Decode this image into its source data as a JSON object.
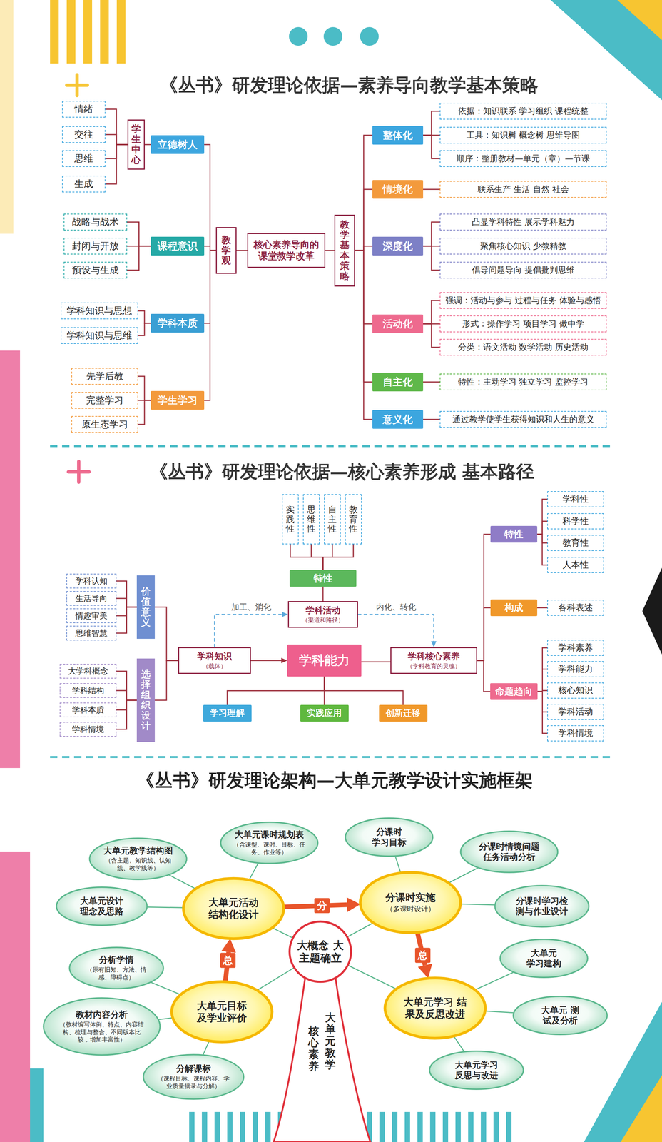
{
  "diagram": {
    "nodes": [
      {
        "text": [
          "情绪"
        ]
      },
      {
        "text": [
          "交往"
        ]
      },
      {
        "text": [
          "思维"
        ]
      },
      {
        "text": [
          "生成"
        ]
      },
      {
        "text": [
          "学生中心"
        ]
      },
      {
        "text": [
          "立德树人"
        ]
      },
      {
        "text": [
          "战略与战术"
        ]
      },
      {
        "text": [
          "封闭与开放"
        ]
      },
      {
        "text": [
          "预设与生成"
        ]
      },
      {
        "text": [
          "课程意识"
        ]
      },
      {
        "text": [
          "学科知识与思想"
        ]
      },
      {
        "text": [
          "学科知识与思维"
        ]
      },
      {
        "text": [
          "学科本质"
        ]
      },
      {
        "text": [
          "先学后教"
        ]
      },
      {
        "text": [
          "完整学习"
        ]
      },
      {
        "text": [
          "原生态学习"
        ]
      },
      {
        "text": [
          "学生学习"
        ]
      },
      {
        "text": [
          "教学观"
        ]
      },
      {
        "text": [
          "核心素养导向的课堂教学改革"
        ]
      },
      {
        "text": [
          "教学基本策略"
        ]
      },
      {
        "text": [
          "整体化"
        ]
      },
      {
        "text": [
          "依据：知识联系 学习组织 课程统整"
        ]
      },
      {
        "text": [
          "工具：知识树 概念树 思维导图"
        ]
      },
      {
        "text": [
          "顺序：整册教材—单元（章）—节课"
        ]
      },
      {
        "text": [
          "情境化"
        ]
      },
      {
        "text": [
          "联系生产 生活 自然 社会"
        ]
      },
      {
        "text": [
          "深度化"
        ]
      },
      {
        "text": [
          "凸显学科特性 展示学科魅力"
        ]
      },
      {
        "text": [
          "聚焦核心知识 少教精教"
        ]
      },
      {
        "text": [
          "倡导问题导向 提倡批判思维"
        ]
      },
      {
        "text": [
          "活动化"
        ]
      },
      {
        "text": [
          "强调：活动与参与 过程与任务 体验与感悟"
        ]
      },
      {
        "text": [
          "形式：操作学习 项目学习 做中学"
        ]
      },
      {
        "text": [
          "分类：语文活动 数学活动 历史活动"
        ]
      },
      {
        "text": [
          "自主化"
        ]
      },
      {
        "text": [
          "特性：主动学习 独立学习 监控学习"
        ]
      },
      {
        "text": [
          "意义化"
        ]
      },
      {
        "text": [
          "通过教学使学生获得知识和人生的意义"
        ]
      },
      {
        "text": [
          "实践性"
        ]
      },
      {
        "text": [
          "思维性"
        ]
      },
      {
        "text": [
          "自主性"
        ]
      },
      {
        "text": [
          "教育性"
        ]
      },
      {
        "text": [
          "特性"
        ]
      },
      {
        "text": [
          "学科活动",
          "（渠道和路径）"
        ]
      },
      {
        "text": [
          "学科认知"
        ]
      },
      {
        "text": [
          "生活导向"
        ]
      },
      {
        "text": [
          "情趣审美"
        ]
      },
      {
        "text": [
          "思维智慧"
        ]
      },
      {
        "text": [
          "价值意义"
        ]
      },
      {
        "text": [
          "大学科概念"
        ]
      },
      {
        "text": [
          "学科结构"
        ]
      },
      {
        "text": [
          "学科本质"
        ]
      },
      {
        "text": [
          "学科情境"
        ]
      },
      {
        "text": [
          "选择组织设计"
        ]
      },
      {
        "text": [
          "学科知识",
          "（载体）"
        ]
      },
      {
        "text": [
          "学科能力"
        ]
      },
      {
        "text": [
          "学科核心素养",
          "（学科教育的灵魂）"
        ]
      },
      {
        "text": [
          "学习理解"
        ]
      },
      {
        "text": [
          "实践应用"
        ]
      },
      {
        "text": [
          "创新迁移"
        ]
      },
      {
        "text": [
          "特性"
        ]
      },
      {
        "text": [
          "学科性"
        ]
      },
      {
        "text": [
          "科学性"
        ]
      },
      {
        "text": [
          "教育性"
        ]
      },
      {
        "text": [
          "人本性"
        ]
      },
      {
        "text": [
          "构成"
        ]
      },
      {
        "text": [
          "各科表述"
        ]
      },
      {
        "text": [
          "命题趋向"
        ]
      },
      {
        "text": [
          "学科素养"
        ]
      },
      {
        "text": [
          "学科能力"
        ]
      },
      {
        "text": [
          "核心知识"
        ]
      },
      {
        "text": [
          "学科活动"
        ]
      },
      {
        "text": [
          "学科情境"
        ]
      },
      {
        "text": [
          "大概念 大主题确立"
        ]
      },
      {
        "text": [
          "大单元活动 结构化设计"
        ]
      },
      {
        "text": [
          "大单元课时规划表",
          "（含课型、课时、目标、任务、作业等）"
        ]
      },
      {
        "text": [
          "大单元教学结构图",
          "（含主题、知识线、认知线、教学线等）"
        ]
      },
      {
        "text": [
          "大单元设计 理念及思路"
        ]
      },
      {
        "text": [
          "分课时实施",
          "（多课时设计）"
        ]
      },
      {
        "text": [
          "分课时 学习目标"
        ]
      },
      {
        "text": [
          "分课时情境问题 任务活动分析"
        ]
      },
      {
        "text": [
          "分课时学习检 测与作业设计"
        ]
      },
      {
        "text": [
          "大单元目标 及学业评价"
        ]
      },
      {
        "text": [
          "分析学情",
          "（原有旧知、方法、情感、障碍点）"
        ]
      },
      {
        "text": [
          "教材内容分析",
          "（教材编写体例、特点、内容结构、梳理与整合、不同版本比较，增加丰富性）"
        ]
      },
      {
        "text": [
          "分解课标",
          "（课程目标、课程内容、学业质量摘录与分解）"
        ]
      },
      {
        "text": [
          "大单元学习 结果及反思改进"
        ]
      },
      {
        "text": [
          "大单元 学习建构"
        ]
      },
      {
        "text": [
          "大单元 测试及分析"
        ]
      },
      {
        "text": [
          "大单元学习 反思与改进"
        ]
      }
    ],
    "edges": [
      {
        "from": 5,
        "to": 4,
        "arrow": "none"
      },
      {
        "from": 4,
        "to": 0,
        "arrow": "none"
      },
      {
        "from": 4,
        "to": 1,
        "arrow": "none"
      },
      {
        "from": 4,
        "to": 2,
        "arrow": "none"
      },
      {
        "from": 4,
        "to": 3,
        "arrow": "none"
      },
      {
        "from": 9,
        "to": 6,
        "arrow": "none"
      },
      {
        "from": 9,
        "to": 7,
        "arrow": "none"
      },
      {
        "from": 9,
        "to": 8,
        "arrow": "none"
      },
      {
        "from": 12,
        "to": 10,
        "arrow": "none"
      },
      {
        "from": 12,
        "to": 11,
        "arrow": "none"
      },
      {
        "from": 16,
        "to": 13,
        "arrow": "none"
      },
      {
        "from": 16,
        "to": 14,
        "arrow": "none"
      },
      {
        "from": 16,
        "to": 15,
        "arrow": "none"
      },
      {
        "from": 17,
        "to": 5,
        "arrow": "none"
      },
      {
        "from": 17,
        "to": 9,
        "arrow": "none"
      },
      {
        "from": 17,
        "to": 12,
        "arrow": "none"
      },
      {
        "from": 17,
        "to": 16,
        "arrow": "none"
      },
      {
        "from": 18,
        "to": 17,
        "arrow": "none"
      },
      {
        "from": 18,
        "to": 19,
        "arrow": "none"
      },
      {
        "from": 19,
        "to": 20,
        "arrow": "none"
      },
      {
        "from": 19,
        "to": 24,
        "arrow": "none"
      },
      {
        "from": 19,
        "to": 26,
        "arrow": "none"
      },
      {
        "from": 19,
        "to": 30,
        "arrow": "none"
      },
      {
        "from": 19,
        "to": 34,
        "arrow": "none"
      },
      {
        "from": 19,
        "to": 36,
        "arrow": "none"
      },
      {
        "from": 20,
        "to": 21,
        "arrow": "none"
      },
      {
        "from": 20,
        "to": 22,
        "arrow": "none"
      },
      {
        "from": 20,
        "to": 23,
        "arrow": "none"
      },
      {
        "from": 24,
        "to": 25,
        "arrow": "none"
      },
      {
        "from": 26,
        "to": 27,
        "arrow": "none"
      },
      {
        "from": 26,
        "to": 28,
        "arrow": "none"
      },
      {
        "from": 26,
        "to": 29,
        "arrow": "none"
      },
      {
        "from": 30,
        "to": 31,
        "arrow": "none"
      },
      {
        "from": 30,
        "to": 32,
        "arrow": "none"
      },
      {
        "from": 30,
        "to": 33,
        "arrow": "none"
      },
      {
        "from": 34,
        "to": 35,
        "arrow": "none"
      },
      {
        "from": 36,
        "to": 37,
        "arrow": "none"
      },
      {
        "from": 42,
        "to": 38,
        "arrow": "none"
      },
      {
        "from": 42,
        "to": 39,
        "arrow": "none"
      },
      {
        "from": 42,
        "to": 40,
        "arrow": "none"
      },
      {
        "from": 42,
        "to": 41,
        "arrow": "none"
      },
      {
        "from": 42,
        "to": 43,
        "arrow": "none"
      },
      {
        "from": 48,
        "to": 44,
        "arrow": "none"
      },
      {
        "from": 48,
        "to": 45,
        "arrow": "none"
      },
      {
        "from": 48,
        "to": 46,
        "arrow": "none"
      },
      {
        "from": 48,
        "to": 47,
        "arrow": "none"
      },
      {
        "from": 53,
        "to": 49,
        "arrow": "none"
      },
      {
        "from": 53,
        "to": 50,
        "arrow": "none"
      },
      {
        "from": 53,
        "to": 51,
        "arrow": "none"
      },
      {
        "from": 53,
        "to": 52,
        "arrow": "none"
      },
      {
        "from": 48,
        "to": 54,
        "arrow": "none"
      },
      {
        "from": 53,
        "to": 54,
        "arrow": "none"
      },
      {
        "from": 54,
        "to": 55,
        "arrow": "to"
      },
      {
        "from": 55,
        "to": 56,
        "arrow": "to"
      },
      {
        "from": 54,
        "to": 43,
        "label": "加工、消化",
        "arrow": "to"
      },
      {
        "from": 43,
        "to": 56,
        "label": "内化、转化",
        "arrow": "to"
      },
      {
        "from": 55,
        "to": 57,
        "arrow": "none"
      },
      {
        "from": 55,
        "to": 58,
        "arrow": "none"
      },
      {
        "from": 55,
        "to": 59,
        "arrow": "none"
      },
      {
        "from": 56,
        "to": 60,
        "arrow": "none"
      },
      {
        "from": 56,
        "to": 65,
        "arrow": "none"
      },
      {
        "from": 56,
        "to": 67,
        "arrow": "none"
      },
      {
        "from": 60,
        "to": 61,
        "arrow": "none"
      },
      {
        "from": 60,
        "to": 62,
        "arrow": "none"
      },
      {
        "from": 60,
        "to": 63,
        "arrow": "none"
      },
      {
        "from": 60,
        "to": 64,
        "arrow": "none"
      },
      {
        "from": 65,
        "to": 66,
        "arrow": "none"
      },
      {
        "from": 67,
        "to": 68,
        "arrow": "none"
      },
      {
        "from": 67,
        "to": 69,
        "arrow": "none"
      },
      {
        "from": 67,
        "to": 70,
        "arrow": "none"
      },
      {
        "from": 67,
        "to": 71,
        "arrow": "none"
      },
      {
        "from": 67,
        "to": 72,
        "arrow": "none"
      },
      {
        "from": 73,
        "to": 74,
        "arrow": "none"
      },
      {
        "from": 73,
        "to": 78,
        "arrow": "none"
      },
      {
        "from": 73,
        "to": 82,
        "arrow": "none"
      },
      {
        "from": 73,
        "to": 86,
        "arrow": "none"
      },
      {
        "from": 74,
        "to": 75,
        "arrow": "none"
      },
      {
        "from": 74,
        "to": 76,
        "arrow": "none"
      },
      {
        "from": 74,
        "to": 77,
        "arrow": "none"
      },
      {
        "from": 78,
        "to": 79,
        "arrow": "none"
      },
      {
        "from": 78,
        "to": 80,
        "arrow": "none"
      },
      {
        "from": 78,
        "to": 81,
        "arrow": "none"
      },
      {
        "from": 82,
        "to": 83,
        "arrow": "none"
      },
      {
        "from": 82,
        "to": 84,
        "arrow": "none"
      },
      {
        "from": 82,
        "to": 85,
        "arrow": "none"
      },
      {
        "from": 86,
        "to": 87,
        "arrow": "none"
      },
      {
        "from": 86,
        "to": 88,
        "arrow": "none"
      },
      {
        "from": 86,
        "to": 89,
        "arrow": "none"
      },
      {
        "from": 74,
        "to": 78,
        "label": "分",
        "arrow": "to"
      },
      {
        "from": 78,
        "to": 86,
        "label": "总",
        "arrow": "to"
      },
      {
        "from": 82,
        "to": 74,
        "label": "总",
        "arrow": "to"
      }
    ],
    "labels": [
      "《丛书》研发理论依据—素养导向教学基本策略",
      "《丛书》研发理论依据—核心素养形成 基本路径",
      "《丛书》研发理论架构—大单元教学设计实施框架",
      "大单元教学",
      "核心素养"
    ]
  }
}
